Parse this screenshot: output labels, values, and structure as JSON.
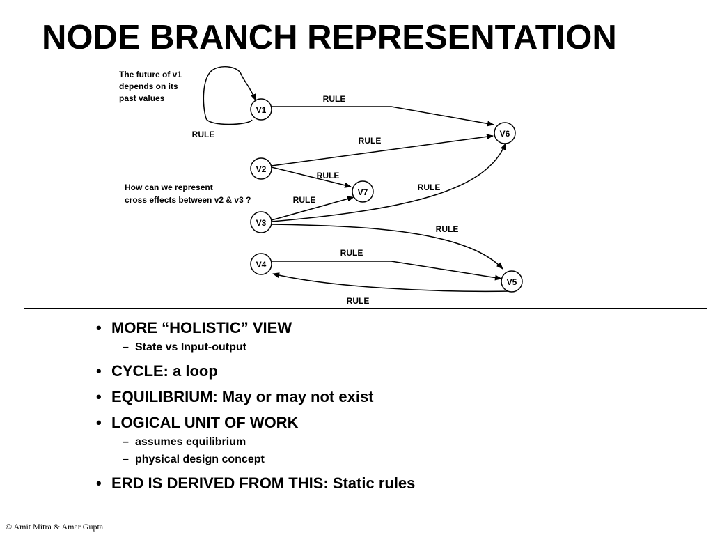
{
  "title": "NODE BRANCH REPRESENTATION",
  "diagram": {
    "nodes": [
      {
        "id": "v1",
        "label": "V1"
      },
      {
        "id": "v2",
        "label": "V2"
      },
      {
        "id": "v3",
        "label": "V3"
      },
      {
        "id": "v4",
        "label": "V4"
      },
      {
        "id": "v5",
        "label": "V5"
      },
      {
        "id": "v6",
        "label": "V6"
      },
      {
        "id": "v7",
        "label": "V7"
      }
    ],
    "edges": [
      {
        "from": "v1",
        "to": "v1",
        "label": "RULE"
      },
      {
        "from": "v1",
        "to": "v6",
        "label": "RULE"
      },
      {
        "from": "v2",
        "to": "v6",
        "label": "RULE"
      },
      {
        "from": "v2",
        "to": "v7",
        "label": "RULE"
      },
      {
        "from": "v3",
        "to": "v7",
        "label": "RULE"
      },
      {
        "from": "v3",
        "to": "v6",
        "label": "RULE"
      },
      {
        "from": "v3",
        "to": "v5",
        "label": "RULE"
      },
      {
        "from": "v4",
        "to": "v5",
        "label": "RULE"
      },
      {
        "from": "v5",
        "to": "v4",
        "label": "RULE"
      }
    ],
    "note_v1": [
      "The future of v1",
      "depends on its",
      "past values"
    ],
    "note_cross": [
      "How can we represent",
      "cross effects between v2 & v3 ?"
    ]
  },
  "bullets": [
    {
      "text": "MORE “HOLISTIC” VIEW",
      "sub": [
        "State vs Input-output"
      ]
    },
    {
      "text": "CYCLE: a loop",
      "sub": []
    },
    {
      "text": "EQUILIBRIUM: May or may not exist",
      "sub": []
    },
    {
      "text": "LOGICAL UNIT OF WORK",
      "sub": [
        "assumes equilibrium",
        "physical design concept"
      ]
    },
    {
      "text": "ERD IS DERIVED FROM THIS: Static rules",
      "sub": []
    }
  ],
  "footer": "© Amit Mitra & Amar Gupta"
}
